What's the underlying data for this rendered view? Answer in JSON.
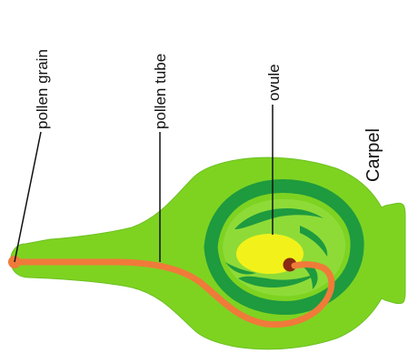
{
  "labels": {
    "pollen_grain": "pollen grain",
    "pollen_tube": "pollen tube",
    "ovule": "ovule",
    "carpel": "Carpel"
  },
  "colors": {
    "carpel_light_green": "#7ed321",
    "carpel_dark_green": "#1e9a3f",
    "pollen_tube_orange": "#f07a3a",
    "ovule_yellow": "#f2f21a",
    "egg_brown": "#8b2a12",
    "line_black": "#111111",
    "background": "#ffffff"
  }
}
